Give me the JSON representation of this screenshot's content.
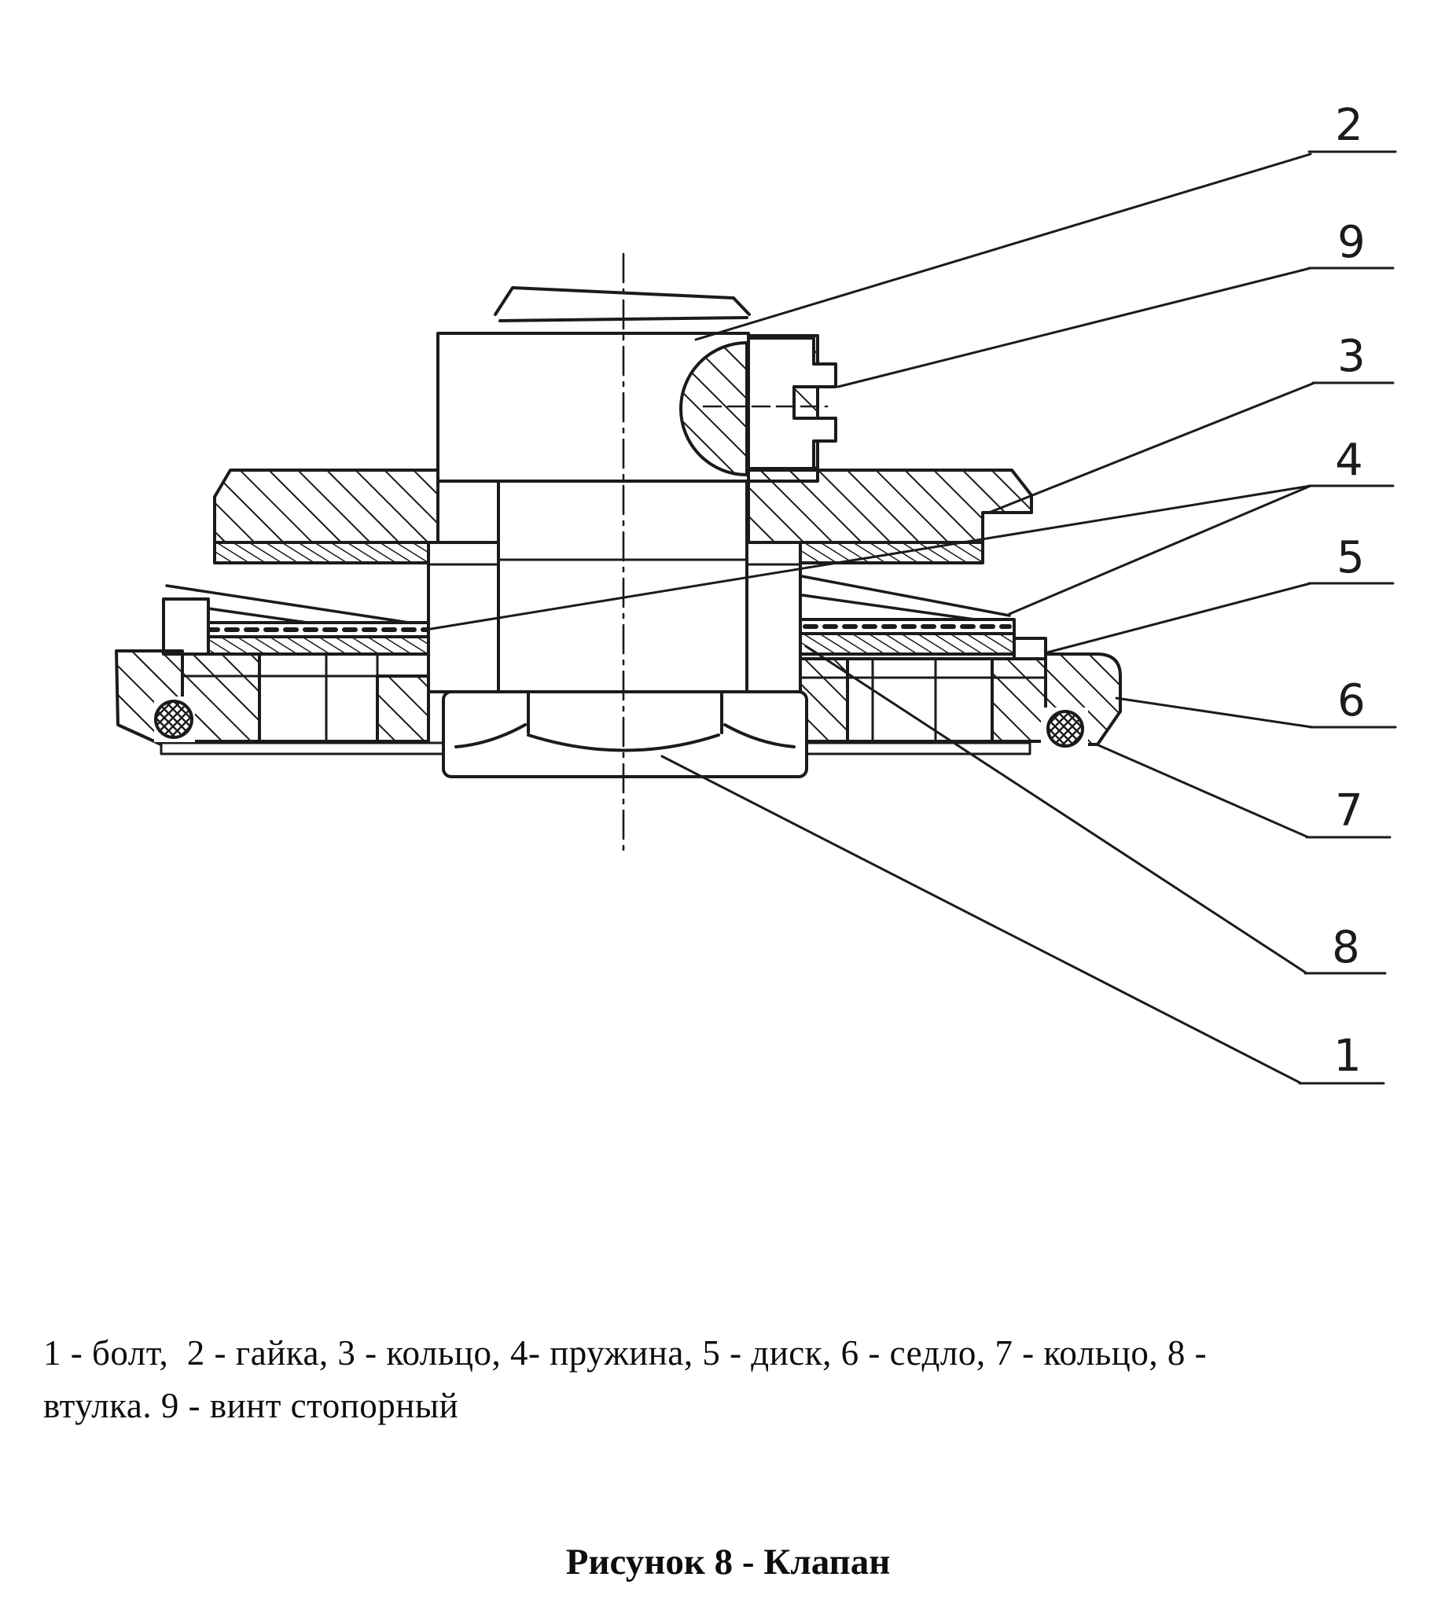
{
  "figure": {
    "title": "Рисунок 8 - Клапан",
    "type": "engineering-cross-section"
  },
  "caption": {
    "line1": "1 - болт,  2 - гайка, 3 - кольцо, 4- пружина, 5 - диск, 6 - седло, 7 - кольцо, 8 -",
    "line2": "втулка. 9 - винт стопорный",
    "full": "1 - болт, 2 - гайка, 3 - кольцо, 4- пружина, 5 - диск, 6 - седло, 7 - кольцо, 8 - втулка. 9 - винт стопорный"
  },
  "parts": [
    {
      "number": "1",
      "name": "болт"
    },
    {
      "number": "2",
      "name": "гайка"
    },
    {
      "number": "3",
      "name": "кольцо"
    },
    {
      "number": "4",
      "name": "пружина"
    },
    {
      "number": "5",
      "name": "диск"
    },
    {
      "number": "6",
      "name": "седло"
    },
    {
      "number": "7",
      "name": "кольцо"
    },
    {
      "number": "8",
      "name": "втулка"
    },
    {
      "number": "9",
      "name": "винт стопорный"
    }
  ],
  "colors": {
    "ink": "#1b1b1b",
    "paper": "#ffffff"
  }
}
